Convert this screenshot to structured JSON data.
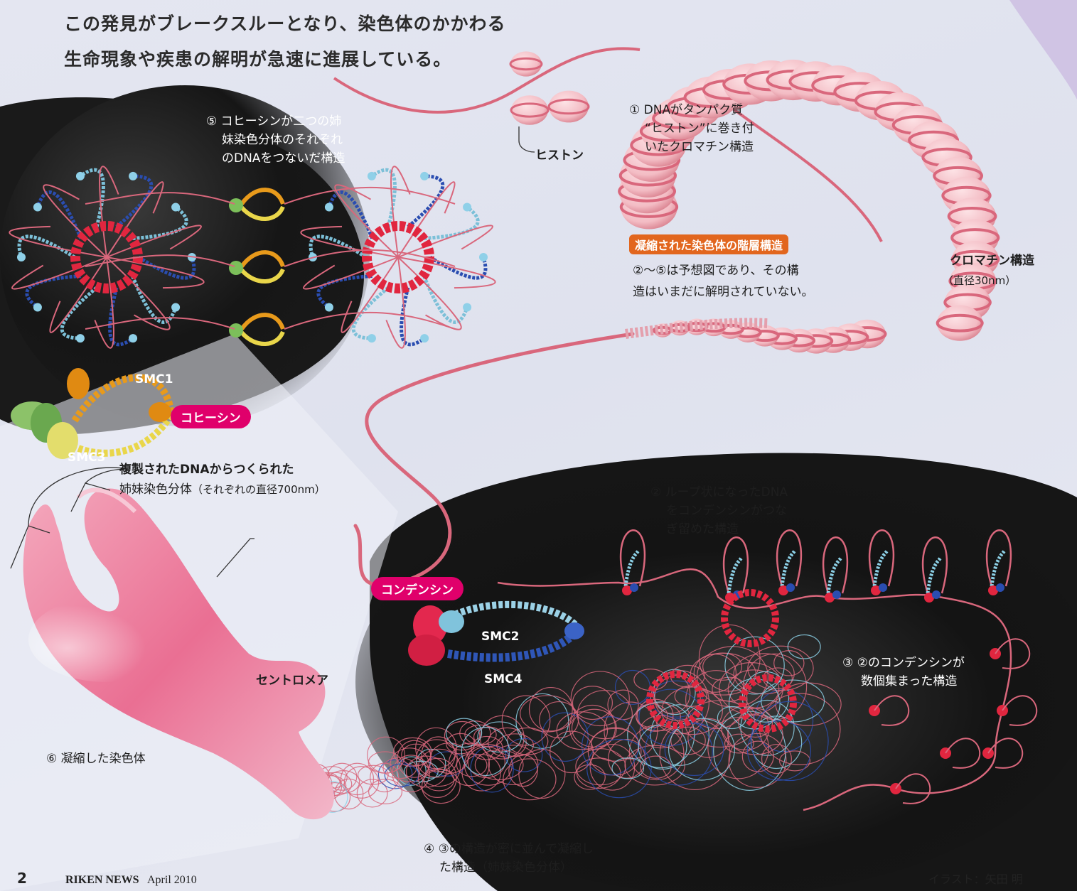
{
  "headline": {
    "line1": "この発見がブレークスルーとなり、染色体のかかわる",
    "line2": "生命現象や疾患の解明が急速に進展している。"
  },
  "labels": {
    "step5": [
      "⑤ コヒーシンが二つの姉",
      "妹染色分体のそれぞれ",
      "のDNAをつないだ構造"
    ],
    "histone": "ヒストン",
    "step1": [
      "① DNAがタンパク質",
      "“ヒストン”に巻き付",
      "いたクロマチン構造"
    ],
    "hierarchy_tag": "凝縮された染色体の階層構造",
    "hierarchy_note": [
      "②〜⑤は予想図であり、その構",
      "造はいまだに解明されていない。"
    ],
    "chromatin_title": "クロマチン構造",
    "chromatin_size": "（直径30nm）",
    "smc1": "SMC1",
    "smc3": "SMC3",
    "cohesin": "コヒーシン",
    "sister_title": "複製されたDNAからつくられた",
    "sister_line2": "姉妹染色分体",
    "sister_size": "（それぞれの直径700nm）",
    "step2": [
      "② ループ状になったDNA",
      "をコンデンシンがつな",
      "ぎ留めた構造"
    ],
    "condensin": "コンデンシン",
    "smc2": "SMC2",
    "smc4": "SMC4",
    "centromere": "セントロメア",
    "step3": [
      "③ ②のコンデンシンが",
      "数個集まった構造"
    ],
    "step6": "⑥ 凝縮した染色体",
    "step4": [
      "④ ③の構造が密に並んで凝縮し",
      "た構造（姉妹染色分体）"
    ]
  },
  "footer": {
    "page_number": "2",
    "brand": "RIKEN NEWS",
    "issue": "April 2010",
    "credit": "イラスト：矢田 明"
  },
  "colors": {
    "dna": "#d9677c",
    "nucleosome": "#f3c4ca",
    "dark_panel": "#161616",
    "cohesin_pill": "#e0006b",
    "hierarchy_tag": "#e2661e"
  }
}
